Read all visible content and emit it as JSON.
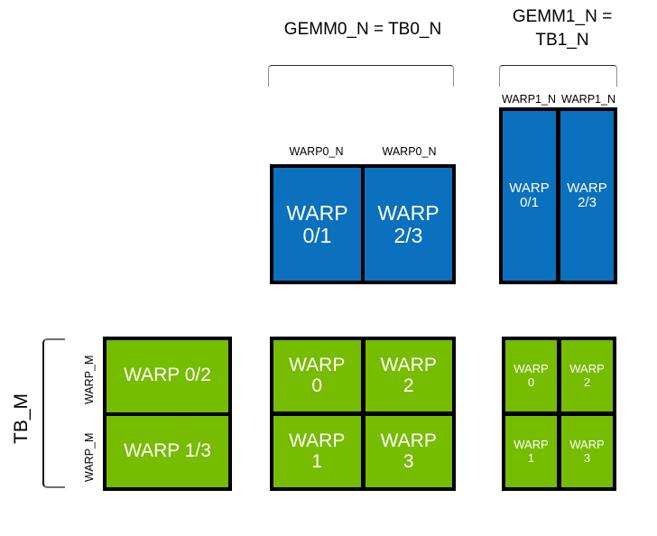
{
  "diagram": {
    "title_gemm0": "GEMM0_N = TB0_N",
    "title_gemm1": "GEMM1_N =\nTB1_N",
    "tb_m_label": "TB_M",
    "labels": {
      "warp0_n": "WARP0_N",
      "warp1_n": "WARP1_N",
      "warp_m": "WARP_M"
    },
    "gemm0_top_block": {
      "col_labels": [
        "WARP0_N",
        "WARP0_N"
      ],
      "cells": [
        {
          "text": "WARP\n0/1"
        },
        {
          "text": "WARP\n2/3"
        }
      ]
    },
    "gemm1_top_block": {
      "col_labels": [
        "WARP1_N",
        "WARP1_N"
      ],
      "cells": [
        {
          "text": "WARP\n0/1"
        },
        {
          "text": "WARP\n2/3"
        }
      ]
    },
    "left_block": {
      "row_labels": [
        "WARP_M",
        "WARP_M"
      ],
      "cells": [
        {
          "text": "WARP 0/2"
        },
        {
          "text": "WARP 1/3"
        }
      ]
    },
    "middle_block": {
      "cells": [
        {
          "text": "WARP\n0"
        },
        {
          "text": "WARP\n2"
        },
        {
          "text": "WARP\n1"
        },
        {
          "text": "WARP\n3"
        }
      ]
    },
    "right_block": {
      "cells": [
        {
          "text": "WARP\n0"
        },
        {
          "text": "WARP\n2"
        },
        {
          "text": "WARP\n1"
        },
        {
          "text": "WARP\n3"
        }
      ]
    },
    "colors": {
      "blue": "#0b70bd",
      "green": "#76bc00",
      "outline": "#000000",
      "text_on_fill": "#ffffff",
      "label_text": "#000000"
    }
  }
}
